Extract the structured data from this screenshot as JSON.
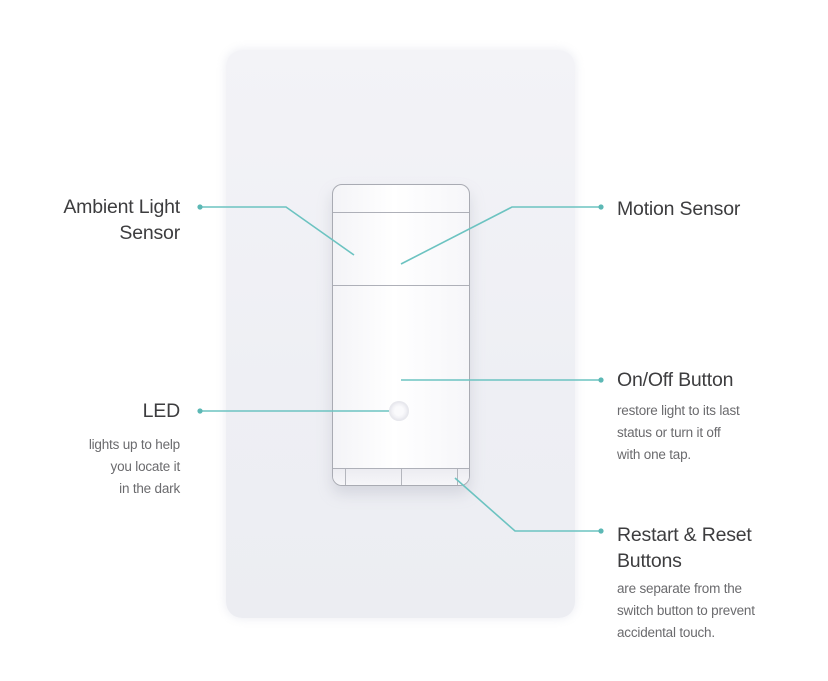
{
  "diagram": {
    "subject": "smart motion sensor light switch",
    "accent_color": "#6cc3c1",
    "callouts": [
      {
        "id": "ambient-light-sensor",
        "title_lines": [
          "Ambient Light",
          "Sensor"
        ],
        "description_lines": []
      },
      {
        "id": "motion-sensor",
        "title_lines": [
          "Motion Sensor"
        ],
        "description_lines": []
      },
      {
        "id": "led",
        "title_lines": [
          "LED"
        ],
        "description_lines": [
          "lights up to help",
          "you locate it",
          "in the dark"
        ]
      },
      {
        "id": "on-off-button",
        "title_lines": [
          "On/Off Button"
        ],
        "description_lines": [
          "restore light to its last",
          "status or turn it off",
          "with one tap."
        ]
      },
      {
        "id": "restart-reset-buttons",
        "title_lines": [
          "Restart & Reset",
          "Buttons"
        ],
        "description_lines": [
          "are separate from the",
          "switch button to prevent",
          "accidental touch."
        ]
      }
    ]
  }
}
